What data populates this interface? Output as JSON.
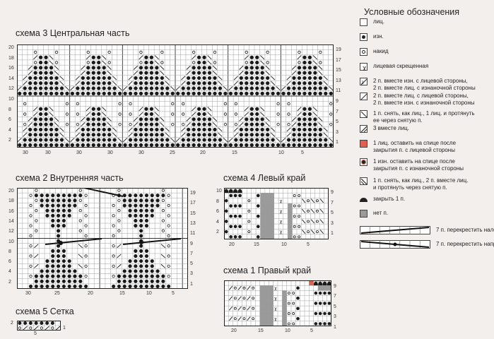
{
  "legend": {
    "title": "Условные обозначения",
    "items": [
      {
        "text": "лиц.",
        "symbol": "knit-square-icon"
      },
      {
        "text": "изн.",
        "symbol": "purl-dot-icon"
      },
      {
        "text": "накид",
        "symbol": "yarn-over-icon"
      },
      {
        "text": "лицевая скрещенная",
        "symbol": "twisted-knit-icon"
      },
      {
        "text": "2 п. вместе изн. с лицевой стороны,\n2 п. вместе лиц. с изнаночной стороны",
        "symbol": "p2tog-icon"
      },
      {
        "text": "2 п. вместе лиц. с лицевой стороны,\n2 п. вместе изн. с изнаночной стороны",
        "symbol": "k2tog-icon"
      },
      {
        "text": "1 п. снять, как лиц., 1 лиц. и протянуть\nее через снятую п.",
        "symbol": "ssk-icon"
      },
      {
        "text": "3 вместе лиц.",
        "symbol": "k3tog-icon"
      },
      {
        "text": "1 лиц. оставить на спице после\nзакрытия п. с лицевой стороны",
        "symbol": "red-square-icon"
      },
      {
        "text": "1 изн. оставить на спице после\nзакрытия п. с изнаночной стороны",
        "symbol": "red-dot-icon"
      },
      {
        "text": "1 п. снять, как лиц., 2 п. вместе лиц.\nи протянуть через снятую п.",
        "symbol": "sk2p-icon"
      },
      {
        "text": "закрыть 1 п.",
        "symbol": "bind-off-icon"
      },
      {
        "text": "нет п.",
        "symbol": "no-stitch-icon"
      },
      {
        "text": "7 п. перекрестить налево",
        "symbol": "cable-left-icon"
      },
      {
        "text": "7 п. перекрестить направо",
        "symbol": "cable-right-icon"
      }
    ]
  },
  "schema3": {
    "title": "схема 3 Центральная часть",
    "left_rows": [
      "20",
      "18",
      "16",
      "14",
      "12",
      "10",
      "8",
      "6",
      "4",
      "2"
    ],
    "right_rows": [
      "19",
      "17",
      "15",
      "13",
      "11",
      "9",
      "7",
      "5",
      "3",
      "1"
    ],
    "bottom_nums": [
      "30",
      "30",
      "30",
      "30",
      "30",
      "25",
      "20",
      "15",
      "10",
      "5"
    ]
  },
  "schema2": {
    "title": "схема 2 Внутренняя часть",
    "left_rows": [
      "20",
      "18",
      "16",
      "14",
      "12",
      "10",
      "8",
      "6",
      "4",
      "2"
    ],
    "right_rows": [
      "19",
      "17",
      "15",
      "13",
      "11",
      "9",
      "7",
      "5",
      "3",
      "1"
    ],
    "bottom_nums": [
      "30",
      "25",
      "20",
      "15",
      "10",
      "5"
    ]
  },
  "schema4": {
    "title": "схема 4 Левый край",
    "left_rows": [
      "10",
      "8",
      "6",
      "4",
      "2"
    ],
    "right_rows": [
      "9",
      "7",
      "5",
      "3",
      "1"
    ],
    "bottom_nums": [
      "20",
      "15",
      "10",
      "5"
    ]
  },
  "schema1": {
    "title": "схема 1 Правый край",
    "right_rows": [
      "9",
      "7",
      "5",
      "3",
      "1"
    ],
    "bottom_nums": [
      "20",
      "15",
      "10",
      "5"
    ]
  },
  "schema5": {
    "title": "схема 5 Сетка",
    "left_rows": [
      "2"
    ],
    "right_rows": [
      "1"
    ],
    "bottom_nums": [
      "5"
    ]
  }
}
